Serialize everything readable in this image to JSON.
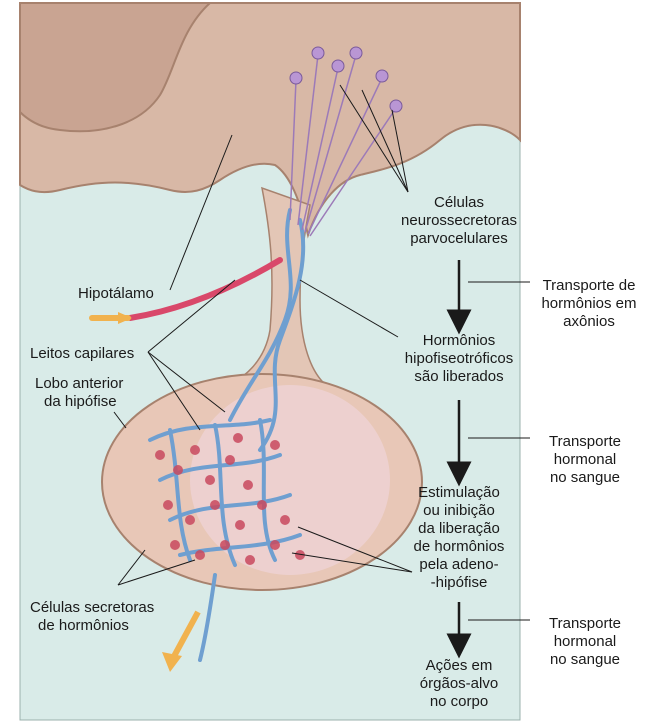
{
  "labels": {
    "hypothalamus": "Hipotálamo",
    "capillary_beds": "Leitos capilares",
    "anterior_lobe": [
      "Lobo anterior",
      "da hipófise"
    ],
    "secretory_cells": [
      "Células secretoras",
      "de hormônios"
    ],
    "neurosecretory_cells": [
      "Células",
      "neurossecretoras",
      "parvocelulares"
    ],
    "hormones_released": [
      "Hormônios",
      "hipofiseotróficos",
      "são liberados"
    ],
    "stimulation": [
      "Estimulação",
      "ou inibição",
      "da liberação",
      "de hormônios",
      "pela adeno-",
      "-hipófise"
    ],
    "target_actions": [
      "Ações em",
      "órgãos-alvo",
      "no corpo"
    ],
    "transport_axons": [
      "Transporte de",
      "hormônios em",
      "axônios"
    ],
    "transport_blood_1": [
      "Transporte",
      "hormonal",
      "no sangue"
    ],
    "transport_blood_2": [
      "Transporte",
      "hormonal",
      "no sangue"
    ]
  },
  "colors": {
    "background_panel": "#d9ebe8",
    "tissue": "#d8b8a6",
    "tissue_dark": "#b8917c",
    "capillary_blue": "#6f9fd0",
    "blood_red": "#c94a5f",
    "neuron_purple": "#9c7ab8",
    "arrow": "#1a1a1a"
  }
}
